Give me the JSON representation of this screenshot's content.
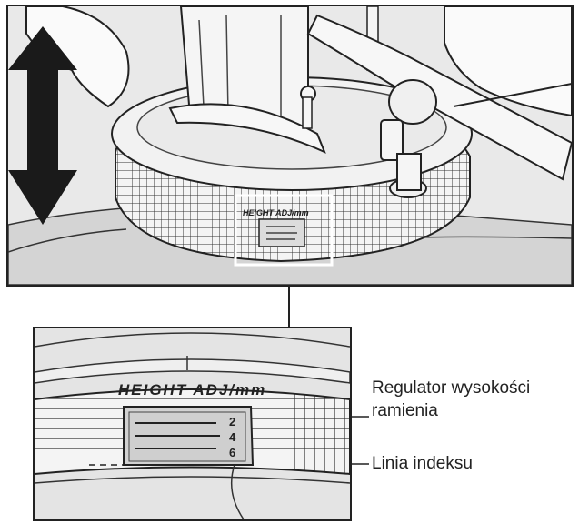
{
  "diagram": {
    "scale_text": "HEIGHT ADJ/mm",
    "scale_numbers": [
      "2",
      "4",
      "6"
    ],
    "labels": {
      "height_regulator_line1": "Regulator wysokości",
      "height_regulator_line2": "ramienia",
      "index_line": "Linia indeksu"
    }
  }
}
